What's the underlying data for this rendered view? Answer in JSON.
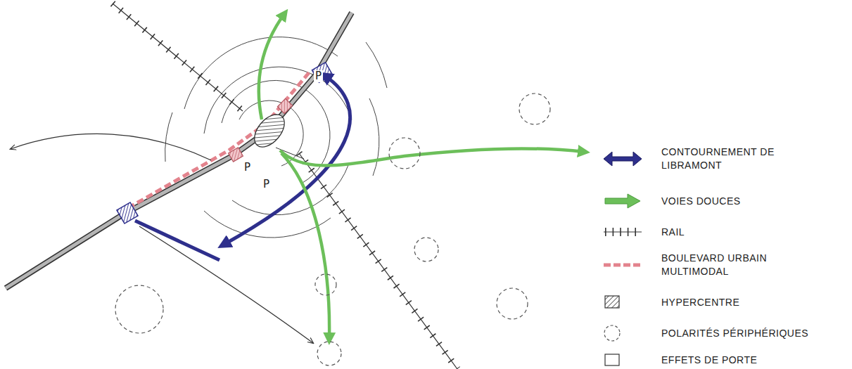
{
  "diagram": {
    "labels": [
      "P",
      "P",
      "P"
    ],
    "legend": [
      {
        "text": "CONTOURNEMENT DE LIBRAMONT",
        "color": "#2e2f8c"
      },
      {
        "text": "VOIES DOUCES",
        "color": "#6cbf5a"
      },
      {
        "text": "RAIL"
      },
      {
        "text": "BOULEVARD URBAIN MULTIMODAL",
        "color": "#e3838d"
      },
      {
        "text": "HYPERCENTRE"
      },
      {
        "text": "POLARITÉS PÉRIPHÉRIQUES"
      },
      {
        "text": "EFFETS DE PORTE"
      }
    ]
  }
}
